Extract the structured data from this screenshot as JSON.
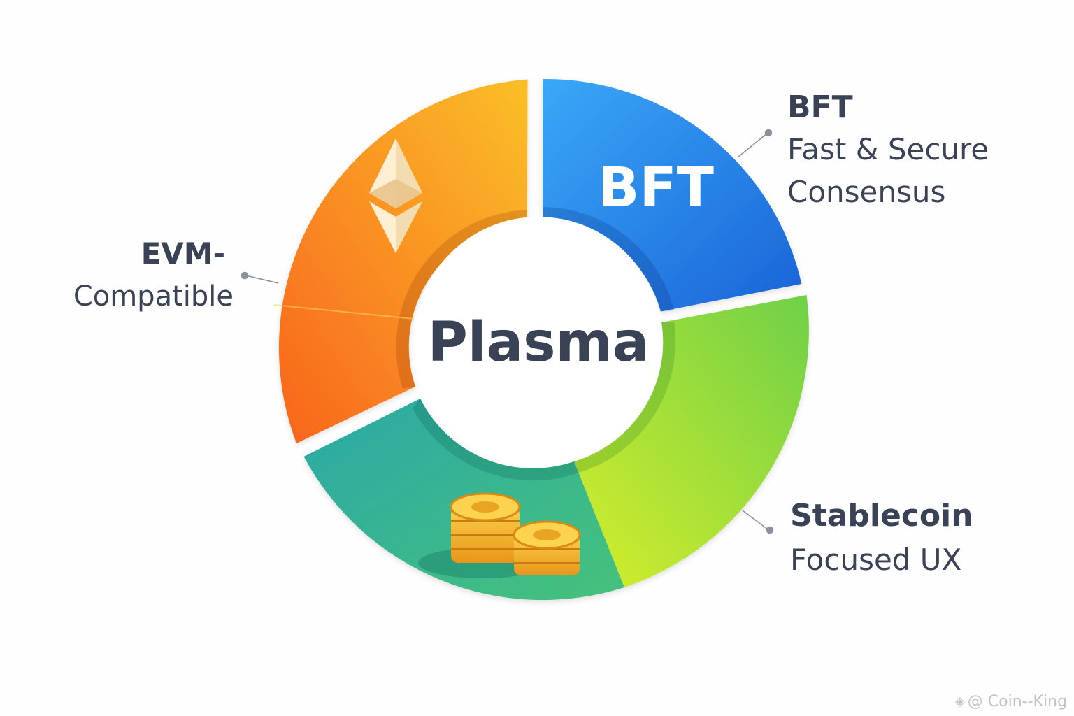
{
  "center": {
    "label": "Plasma"
  },
  "segments": [
    {
      "id": "bft",
      "inner_label": "BFT",
      "icon": "bft-text"
    },
    {
      "id": "stablecoin",
      "icon": "coin-stack-icon"
    },
    {
      "id": "evm",
      "icon": "ethereum-icon"
    }
  ],
  "callouts": {
    "bft": {
      "title": "BFT",
      "line1": "Fast & Secure",
      "line2": "Consensus"
    },
    "evm": {
      "line1": "EVM-",
      "line2": "Compatible"
    },
    "stablecoin": {
      "line1": "Stablecoin",
      "line2": "Focused UX"
    }
  },
  "colors": {
    "bft": [
      "#39a8f7",
      "#1e6fe0"
    ],
    "stablecoin_green": [
      "#c9ea2e",
      "#5ec94a"
    ],
    "stablecoin_teal": [
      "#2aaea0",
      "#40c07a"
    ],
    "evm": [
      "#fbb92a",
      "#f86e1d"
    ],
    "text": "#3a4255"
  },
  "watermark": {
    "text": "@ Coin--King"
  }
}
